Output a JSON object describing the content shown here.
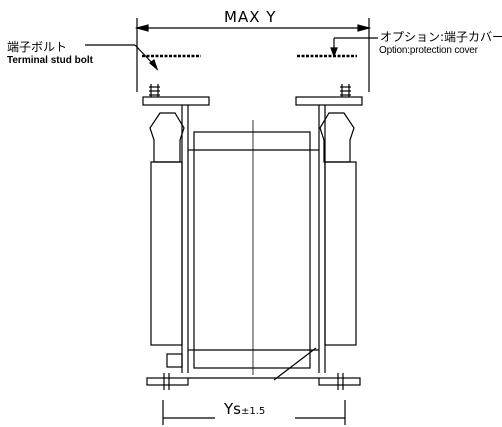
{
  "dimensions": {
    "top": "MAX  Y",
    "bottom_main": "Ys",
    "bottom_tolerance": "±1.5"
  },
  "labels": {
    "terminal_jp": "端子ボルト",
    "terminal_en": "Terminal stud bolt",
    "cover_jp": "オプション:端子カバー",
    "cover_en": "Option:protection cover"
  },
  "style": {
    "line_color": "#000000",
    "background": "#ffffff"
  }
}
